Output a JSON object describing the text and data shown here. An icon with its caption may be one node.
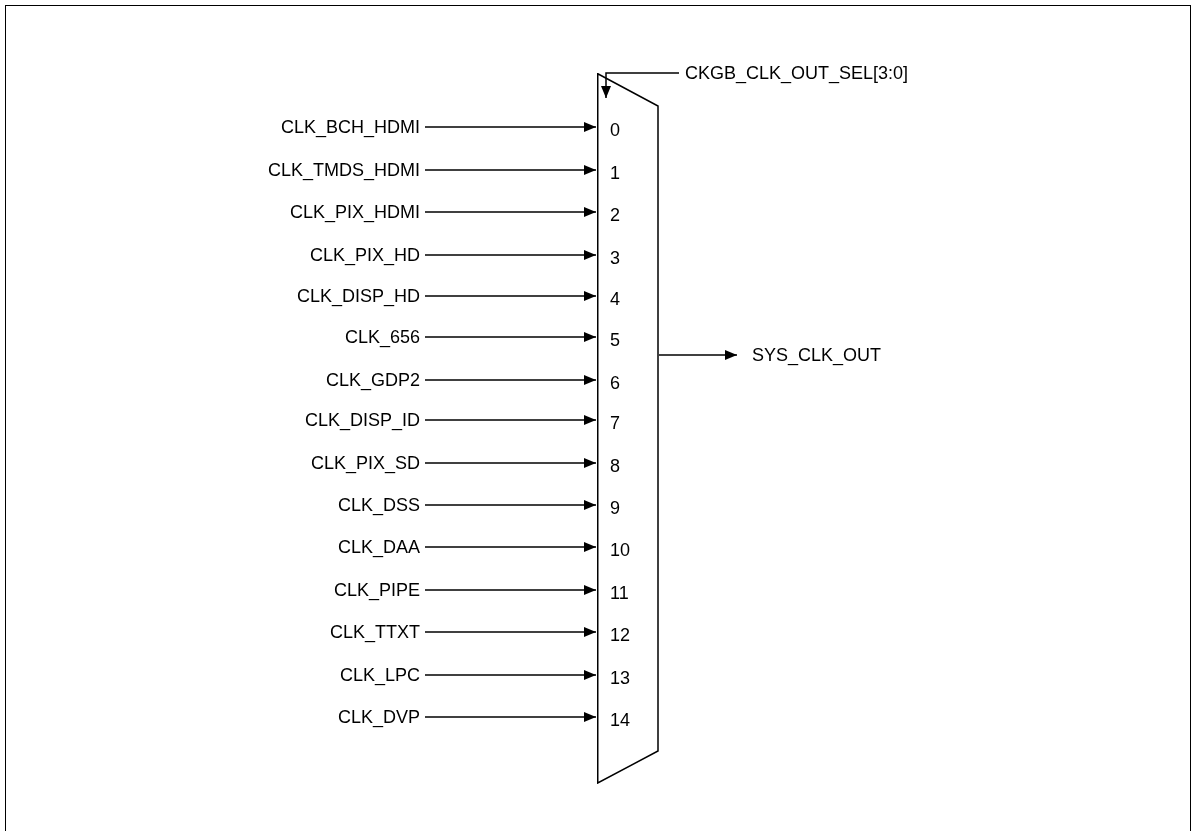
{
  "diagram": {
    "nodes": [
      {
        "text": [
          "CKGB_CLK_OUT_SEL[3:0]"
        ]
      },
      {
        "text": [
          "CLK_BCH_HDMI"
        ]
      },
      {
        "text": [
          "CLK_TMDS_HDMI"
        ]
      },
      {
        "text": [
          "CLK_PIX_HDMI"
        ]
      },
      {
        "text": [
          "CLK_PIX_HD"
        ]
      },
      {
        "text": [
          "CLK_DISP_HD"
        ]
      },
      {
        "text": [
          "CLK_656"
        ]
      },
      {
        "text": [
          "CLK_GDP2"
        ]
      },
      {
        "text": [
          "CLK_DISP_ID"
        ]
      },
      {
        "text": [
          "CLK_PIX_SD"
        ]
      },
      {
        "text": [
          "CLK_DSS"
        ]
      },
      {
        "text": [
          "CLK_DAA"
        ]
      },
      {
        "text": [
          "CLK_PIPE"
        ]
      },
      {
        "text": [
          "CLK_TTXT"
        ]
      },
      {
        "text": [
          "CLK_LPC"
        ]
      },
      {
        "text": [
          "CLK_DVP"
        ]
      },
      {
        "text": [
          "0",
          "1",
          "2",
          "3",
          "4",
          "5",
          "6",
          "7",
          "8",
          "9",
          "10",
          "11",
          "12",
          "13",
          "14"
        ]
      },
      {
        "text": [
          "SYS_CLK_OUT"
        ]
      }
    ],
    "edges": [
      {
        "from": 0,
        "to": 16,
        "arrow": "to"
      },
      {
        "from": 1,
        "to": 16,
        "arrow": "to"
      },
      {
        "from": 2,
        "to": 16,
        "arrow": "to"
      },
      {
        "from": 3,
        "to": 16,
        "arrow": "to"
      },
      {
        "from": 4,
        "to": 16,
        "arrow": "to"
      },
      {
        "from": 5,
        "to": 16,
        "arrow": "to"
      },
      {
        "from": 6,
        "to": 16,
        "arrow": "to"
      },
      {
        "from": 7,
        "to": 16,
        "arrow": "to"
      },
      {
        "from": 8,
        "to": 16,
        "arrow": "to"
      },
      {
        "from": 9,
        "to": 16,
        "arrow": "to"
      },
      {
        "from": 10,
        "to": 16,
        "arrow": "to"
      },
      {
        "from": 11,
        "to": 16,
        "arrow": "to"
      },
      {
        "from": 12,
        "to": 16,
        "arrow": "to"
      },
      {
        "from": 13,
        "to": 16,
        "arrow": "to"
      },
      {
        "from": 14,
        "to": 16,
        "arrow": "to"
      },
      {
        "from": 15,
        "to": 16,
        "arrow": "to"
      },
      {
        "from": 16,
        "to": 17,
        "arrow": "to"
      }
    ]
  }
}
